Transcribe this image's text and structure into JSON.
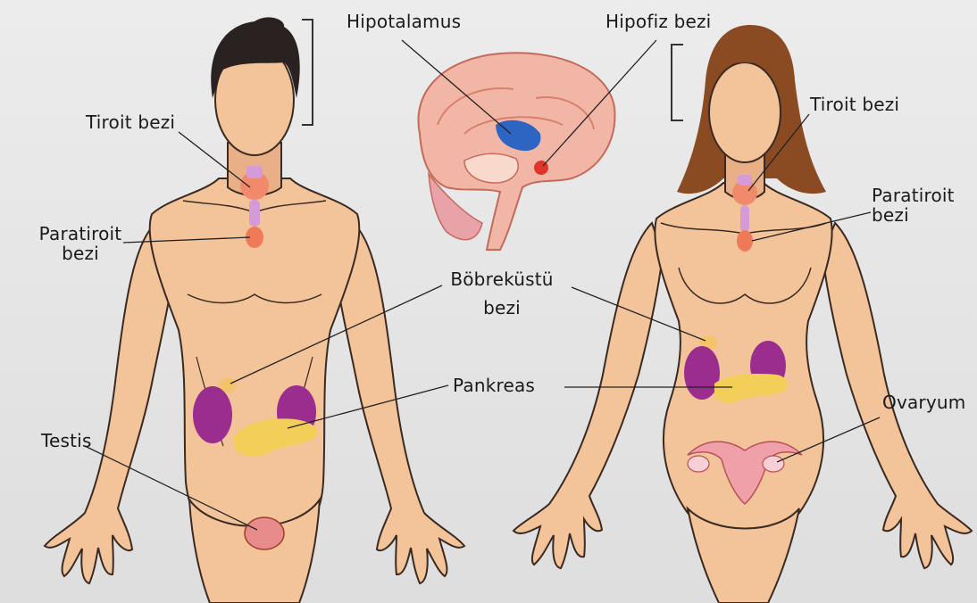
{
  "labels": {
    "hipotalamus": "Hipotalamus",
    "hipofiz": "Hipofiz bezi",
    "tiroit_m": "Tiroit bezi",
    "tiroit_f": "Tiroit bezi",
    "paratiroit_m_1": "Paratiroit",
    "paratiroit_m_2": "bezi",
    "paratiroit_f_1": "Paratiroit",
    "paratiroit_f_2": "bezi",
    "bobrekustu_1": "Böbreküstü",
    "bobrekustu_2": "bezi",
    "pankreas": "Pankreas",
    "testis": "Testis",
    "ovaryum": "Ovaryum"
  },
  "colors": {
    "background": "#e4e4e5",
    "skin": "#f3c39a",
    "skin_shadow": "#d9a077",
    "outline": "#3a2a22",
    "male_hair": "#2a2220",
    "female_hair": "#8a4a22",
    "kidney": "#9b2d8f",
    "pancreas": "#f3cf5a",
    "thyroid": "#f08a6a",
    "thyroid_stalk": "#d59ad8",
    "parathyroid": "#ee7a5a",
    "adrenal": "#f3c46a",
    "hypothalamus": "#2f65c2",
    "pituitary": "#e0352b",
    "brain": "#f2b6a6",
    "reproductive": "#f0a0a8",
    "leader_line": "#222222"
  }
}
